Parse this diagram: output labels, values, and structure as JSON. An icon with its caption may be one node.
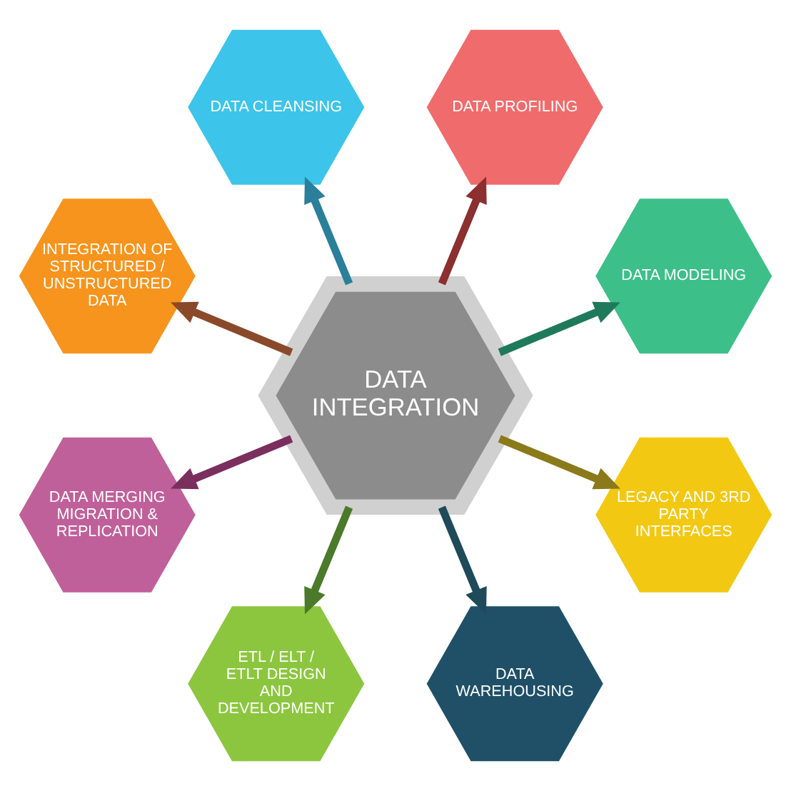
{
  "diagram": {
    "nodes": [
      {
        "text": [
          "DATA INTEGRATION"
        ]
      },
      {
        "text": [
          "DATA MODELING"
        ]
      },
      {
        "text": [
          "DATA PROFILING"
        ]
      },
      {
        "text": [
          "DATA CLEANSING"
        ]
      },
      {
        "text": [
          "INTEGRATION OF STRUCTURED / UNSTRUCTURED DATA"
        ]
      },
      {
        "text": [
          "DATA MERGING MIGRATION & REPLICATION"
        ]
      },
      {
        "text": [
          "ETL / ELT / ETLT DESIGN AND DEVELOPMENT"
        ]
      },
      {
        "text": [
          "DATA WAREHOUSING"
        ]
      },
      {
        "text": [
          "LEGACY AND 3RD PARTY INTERFACES"
        ]
      }
    ],
    "edges": [
      {
        "from": 0,
        "to": 1,
        "arrow": "to",
        "color": "#1f7a5c"
      },
      {
        "from": 0,
        "to": 2,
        "arrow": "to",
        "color": "#8b2f2f"
      },
      {
        "from": 0,
        "to": 3,
        "arrow": "to",
        "color": "#2a7f9a"
      },
      {
        "from": 0,
        "to": 4,
        "arrow": "to",
        "color": "#8a4a2a"
      },
      {
        "from": 0,
        "to": 5,
        "arrow": "to",
        "color": "#7a2f5f"
      },
      {
        "from": 0,
        "to": 6,
        "arrow": "to",
        "color": "#4a7a2a"
      },
      {
        "from": 0,
        "to": 7,
        "arrow": "to",
        "color": "#1e4a5a"
      },
      {
        "from": 0,
        "to": 8,
        "arrow": "to",
        "color": "#8a7a1a"
      }
    ]
  }
}
